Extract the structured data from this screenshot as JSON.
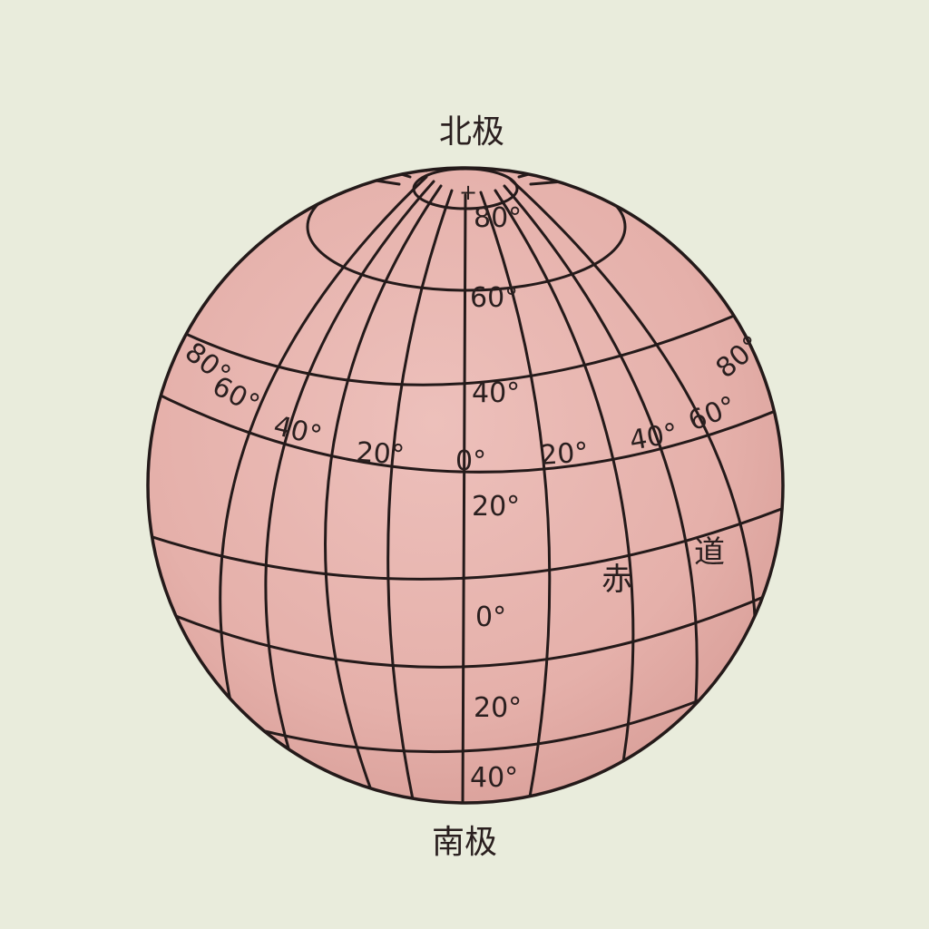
{
  "diagram": {
    "north_pole": "北极",
    "south_pole": "南极",
    "equator_char_1": "赤",
    "equator_char_2": "道",
    "latitudes": [
      "80°",
      "60°",
      "40°",
      "20°",
      "0°",
      "20°",
      "40°"
    ],
    "longitudes_left": [
      "80°",
      "60°",
      "40°",
      "20°"
    ],
    "longitude_center": "0°",
    "longitudes_right": [
      "20°",
      "40°",
      "60°",
      "80°"
    ]
  },
  "colors": {
    "background": "#e9ecdc",
    "globe_fill": "#e8b5b0",
    "grid_line": "#241a1a"
  }
}
